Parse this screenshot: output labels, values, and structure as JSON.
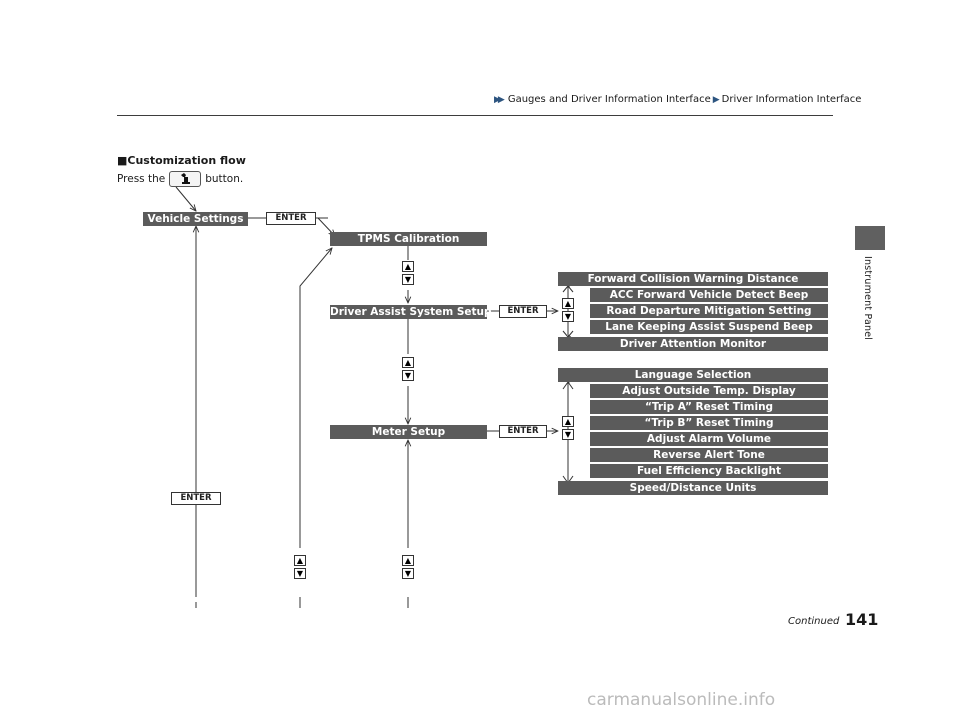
{
  "header": {
    "breadcrumb": [
      "Gauges and Driver Information Interface",
      "Driver Information Interface"
    ]
  },
  "side_tab": {
    "label": "Instrument Panel"
  },
  "section": {
    "title": "Customization flow",
    "press_prefix": "Press the",
    "press_suffix": "button."
  },
  "flow": {
    "vehicle_settings": "Vehicle Settings",
    "tpms_calibration": "TPMS Calibration",
    "driver_assist_setup": "Driver Assist System Setup",
    "meter_setup": "Meter Setup",
    "enter_label": "ENTER",
    "driver_assist_items": [
      "Forward Collision Warning Distance",
      "ACC Forward Vehicle Detect Beep",
      "Road Departure Mitigation Setting",
      "Lane Keeping Assist Suspend Beep",
      "Driver Attention Monitor"
    ],
    "meter_items": [
      "Language Selection",
      "Adjust Outside Temp. Display",
      "“Trip A” Reset Timing",
      "“Trip B” Reset Timing",
      "Adjust Alarm Volume",
      "Reverse Alert Tone",
      "Fuel Efficiency Backlight",
      "Speed/Distance Units"
    ]
  },
  "footer": {
    "continued": "Continued",
    "page_number": "141",
    "watermark": "carmanualsonline.info"
  }
}
